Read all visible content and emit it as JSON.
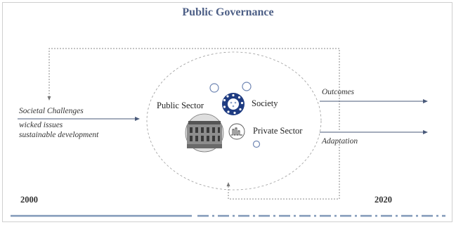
{
  "title": "Public Governance",
  "inputs": {
    "heading": "Societal Challenges",
    "items": [
      "wicked issues",
      "sustainable development"
    ]
  },
  "center": {
    "public_sector": "Public Sector",
    "society": "Society",
    "private_sector": "Private Sector"
  },
  "outputs": {
    "outcomes": "Outcomes",
    "adaptation": "Adaptation"
  },
  "timeline": {
    "start_year": "2000",
    "end_year": "2020"
  },
  "colors": {
    "title": "#4d5f86",
    "arrows": "#4a5a7a",
    "timeline": "#8098b8",
    "dotted": "#8a8a8a"
  }
}
